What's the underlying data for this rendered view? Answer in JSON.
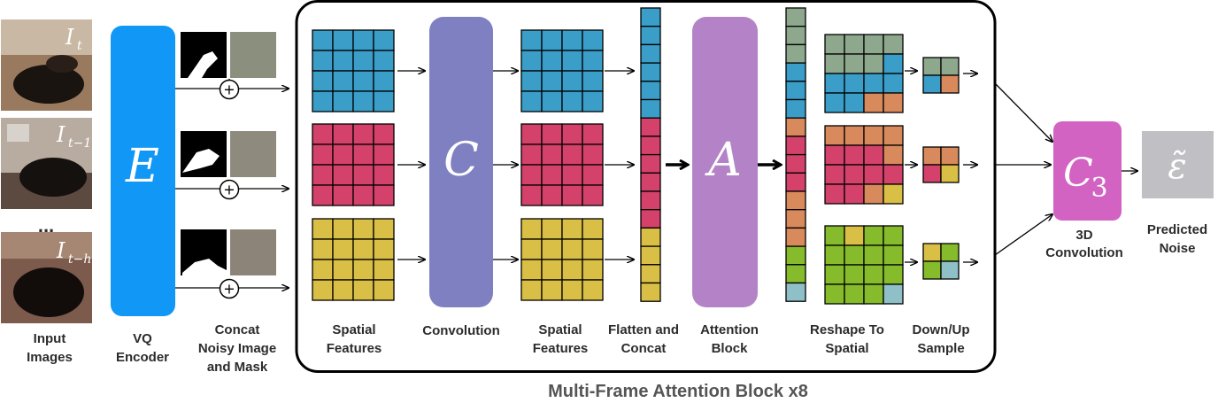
{
  "inputs": {
    "frames": [
      {
        "symbol": "I",
        "subscript": "t"
      },
      {
        "symbol": "I",
        "subscript": "t−1"
      },
      {
        "symbol": "I",
        "subscript": "t−h"
      }
    ],
    "ellipsis": "...",
    "label_line1": "Input",
    "label_line2": "Images"
  },
  "encoder": {
    "symbol": "E",
    "color": "#1197f5",
    "label_line1": "VQ",
    "label_line2": "Encoder"
  },
  "concat": {
    "symbol": "+",
    "label_line1": "Concat",
    "label_line2": "Noisy Image",
    "label_line3": "and Mask"
  },
  "block": {
    "title": "Multi-Frame Attention Block x8",
    "spatial1": {
      "label_line1": "Spatial",
      "label_line2": "Features"
    },
    "conv": {
      "symbol": "C",
      "color": "#7f80c2",
      "label": "Convolution"
    },
    "spatial2": {
      "label_line1": "Spatial",
      "label_line2": "Features"
    },
    "flatten": {
      "label_line1": "Flatten and",
      "label_line2": "Concat"
    },
    "attention": {
      "symbol": "A",
      "color": "#b483c7",
      "label_line1": "Attention",
      "label_line2": "Block"
    },
    "reshape": {
      "label_line1": "Reshape To",
      "label_line2": "Spatial"
    },
    "downup": {
      "label_line1": "Down/Up",
      "label_line2": "Sample"
    }
  },
  "conv3d": {
    "symbol": "C",
    "subscript": "3",
    "color": "#d363c2",
    "label_line1": "3D",
    "label_line2": "Convolution"
  },
  "output": {
    "symbol": "ε̃",
    "color": "#bfbfc4",
    "label_line1": "Predicted",
    "label_line2": "Noise"
  },
  "colors": {
    "blue": "#3a9ec9",
    "pink": "#d4426b",
    "yellow": "#d9bf45",
    "gray_green": "#8ea88e",
    "orange": "#d98a5c",
    "green": "#86bb2b",
    "light_blue": "#8fc0c7"
  }
}
